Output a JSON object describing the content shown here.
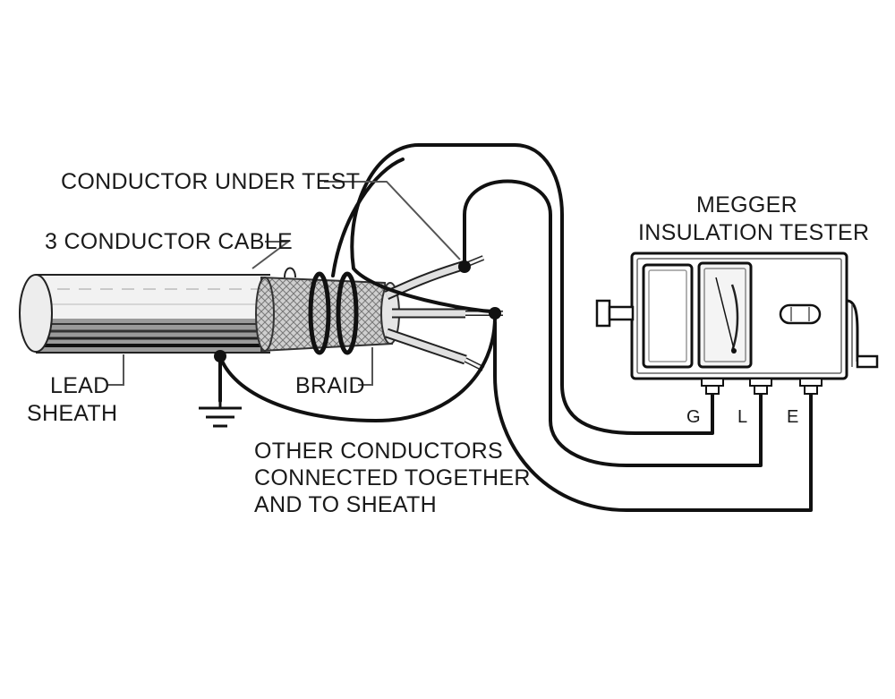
{
  "labels": {
    "conductor_under_test": "CONDUCTOR UNDER TEST",
    "three_conductor_cable": "3 CONDUCTOR CABLE",
    "megger_line1": "MEGGER",
    "megger_line2": "INSULATION TESTER",
    "lead_line1": "LEAD",
    "lead_line2": "SHEATH",
    "braid": "BRAID",
    "other_line1": "OTHER CONDUCTORS",
    "other_line2": "CONNECTED TOGETHER",
    "other_line3": "AND TO SHEATH"
  },
  "terminals": [
    "G",
    "L",
    "E"
  ],
  "colors": {
    "line": "#111111",
    "background": "#ffffff",
    "braid_fill": "#c8c8c8",
    "meter_fill": "#f4f4f4"
  }
}
